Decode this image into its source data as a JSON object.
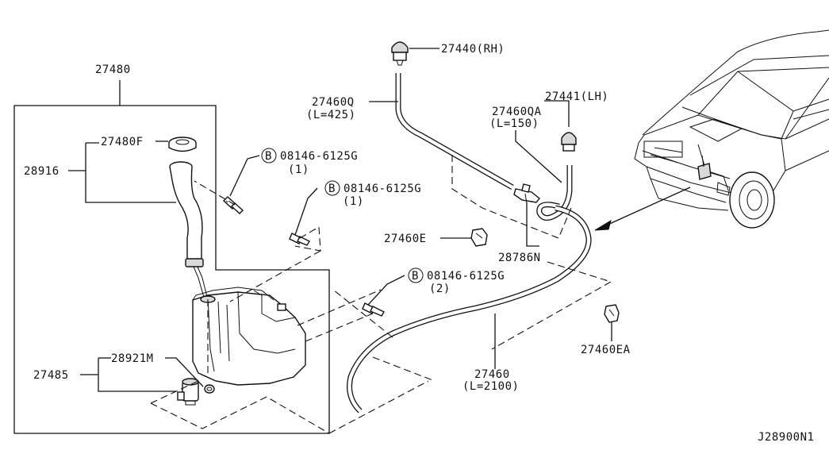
{
  "diagram_code": "J28900N1",
  "labels": {
    "p27480": "27480",
    "p27480F": "27480F",
    "p28916": "28916",
    "p27485": "27485",
    "p28921M": "28921M",
    "bolt_a": "08146-6125G",
    "bolt_a_qty": "(1)",
    "bolt_b": "08146-6125G",
    "bolt_b_qty": "(1)",
    "bolt_c": "08146-6125G",
    "bolt_c_qty": "(2)",
    "bolt_prefix": "B",
    "p27440": "27440(RH)",
    "p27441": "27441(LH)",
    "p27460Q": "27460Q",
    "p27460Q_len": "(L=425)",
    "p27460QA": "27460QA",
    "p27460QA_len": "(L=150)",
    "p27460E": "27460E",
    "p28786N": "28786N",
    "p27460EA": "27460EA",
    "p27460": "27460",
    "p27460_len": "(L=2100)"
  }
}
